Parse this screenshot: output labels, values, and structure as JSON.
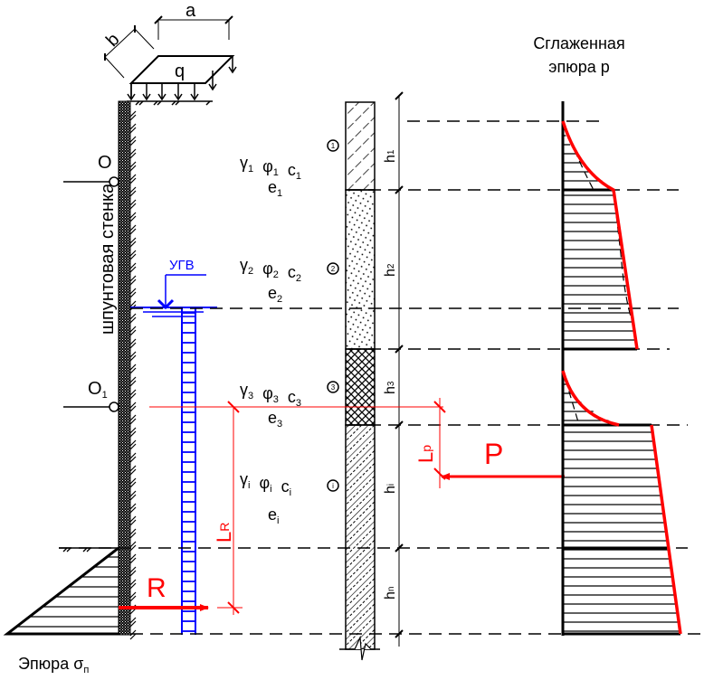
{
  "title_right": {
    "line1": "Сглаженная",
    "line2": "эпюра p"
  },
  "load": {
    "q": "q",
    "a": "a",
    "b": "b"
  },
  "wall": {
    "label": "шпунтовая стенка",
    "anchor_top": "O",
    "anchor_bottom": "O",
    "anchor_bottom_sub": "1"
  },
  "water": {
    "label": "УГВ"
  },
  "layers": [
    {
      "num": "1",
      "gamma": "γ",
      "phi": "φ",
      "c": "c",
      "e": "e",
      "sub": "1",
      "h": "h",
      "h_sub": "1"
    },
    {
      "num": "2",
      "gamma": "γ",
      "phi": "φ",
      "c": "c",
      "e": "e",
      "sub": "2",
      "h": "h",
      "h_sub": "2"
    },
    {
      "num": "3",
      "gamma": "γ",
      "phi": "φ",
      "c": "c",
      "e": "e",
      "sub": "3",
      "h": "h",
      "h_sub": "3"
    },
    {
      "num": "i",
      "gamma": "γ",
      "phi": "φ",
      "c": "c",
      "e": "e",
      "sub": "i",
      "h": "h",
      "h_sub": "i"
    },
    {
      "h": "h",
      "h_sub": "n"
    }
  ],
  "forces": {
    "R": "R",
    "P": "P",
    "LR": "L",
    "LR_sub": "R",
    "Lp": "L",
    "Lp_sub": "p"
  },
  "bottom_label": {
    "text": "Эпюра σ",
    "sub": "п"
  },
  "colors": {
    "red": "#ff0000",
    "blue": "#0000ff",
    "black": "#000000"
  }
}
